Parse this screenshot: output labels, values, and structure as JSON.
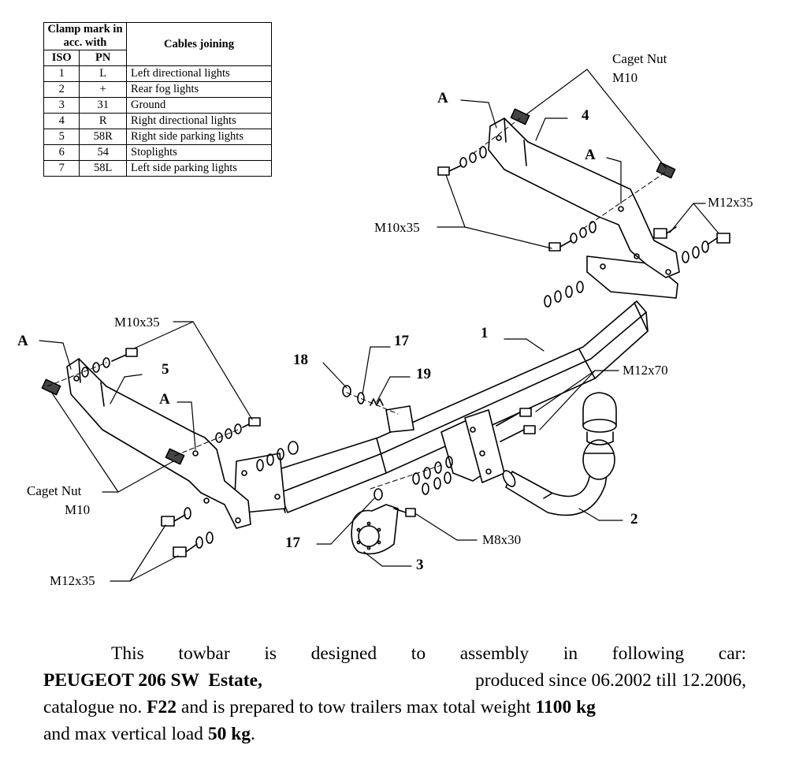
{
  "table": {
    "header_group": "Clamp mark in acc. with",
    "header_cables": "Cables joining",
    "col_iso": "ISO",
    "col_pn": "PN",
    "rows": [
      {
        "iso": "1",
        "pn": "L",
        "cable": "Left directional lights"
      },
      {
        "iso": "2",
        "pn": "+",
        "cable": "Rear fog lights"
      },
      {
        "iso": "3",
        "pn": "31",
        "cable": "Ground"
      },
      {
        "iso": "4",
        "pn": "R",
        "cable": "Right directional lights"
      },
      {
        "iso": "5",
        "pn": "58R",
        "cable": "Right side parking lights"
      },
      {
        "iso": "6",
        "pn": "54",
        "cable": "Stoplights"
      },
      {
        "iso": "7",
        "pn": "58L",
        "cable": "Left side parking lights"
      }
    ]
  },
  "labels": {
    "caget_nut": "Caget Nut",
    "m10": "M10",
    "a": "A",
    "m10x35": "M10x35",
    "m12x35": "M12x35",
    "m12x70": "M12x70",
    "m8x30": "M8x30",
    "part_1": "1",
    "part_2": "2",
    "part_3": "3",
    "part_4": "4",
    "part_5": "5",
    "part_17": "17",
    "part_18": "18",
    "part_19": "19"
  },
  "description": {
    "line1": "This towbar is designed to assembly in following car:",
    "car": "PEUGEOT 206 SW  Estate,",
    "produced": " produced since 06.2002 till 12.2006,",
    "catalogue_prefix": "catalogue no. ",
    "catalogue": "F22",
    "tow_text": " and is prepared to tow trailers max total weight ",
    "weight": "1100 kg",
    "and_text": "and max vertical load ",
    "load": "50 kg",
    "end": "."
  }
}
